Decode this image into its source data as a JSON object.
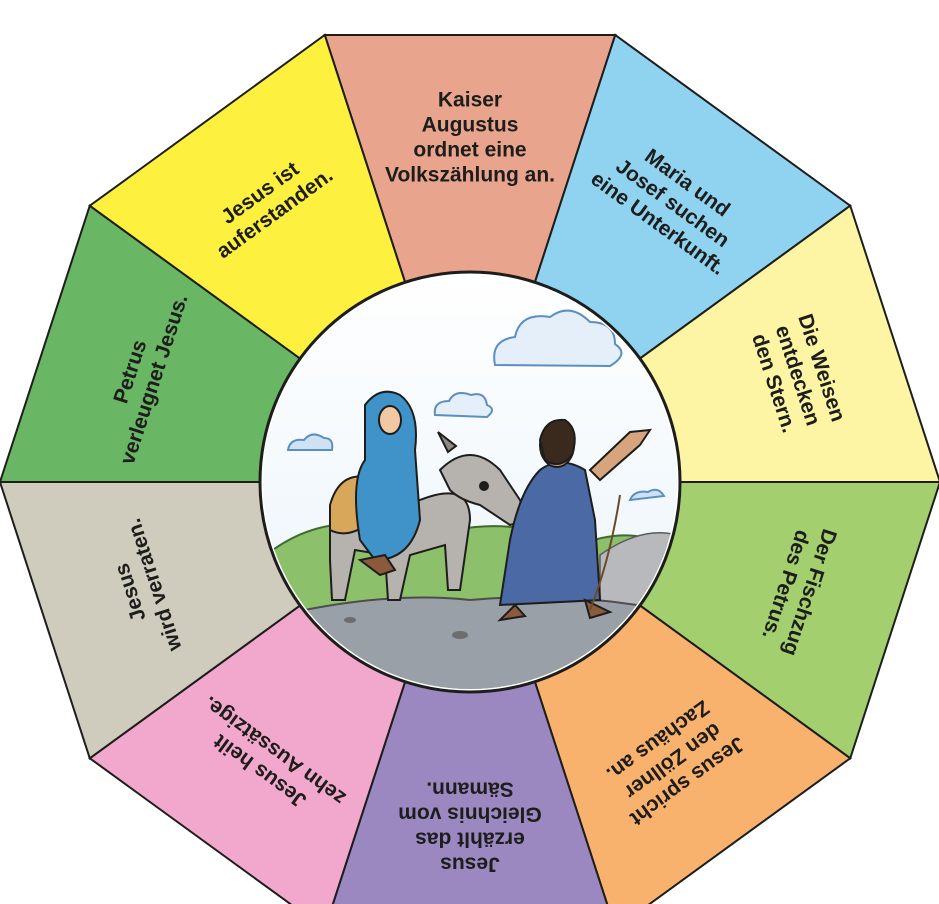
{
  "segments": [
    {
      "id": "kaiser",
      "color": "#e8a48c",
      "lines": [
        "Kaiser",
        "Augustus",
        "ordnet eine",
        "Volkszählung an."
      ]
    },
    {
      "id": "herberge",
      "color": "#8fd3f0",
      "lines": [
        "Maria und",
        "Josef suchen",
        "eine Unterkunft."
      ]
    },
    {
      "id": "weisen",
      "color": "#fdf5a3",
      "lines": [
        "Die Weisen",
        "entdecken",
        "den Stern."
      ]
    },
    {
      "id": "fischzug",
      "color": "#a3cf6e",
      "lines": [
        "Der Fischzug",
        "des Petrus."
      ]
    },
    {
      "id": "zachaeus",
      "color": "#f9b26e",
      "lines": [
        "Jesus spricht",
        "den Zöllner",
        "Zachäus an."
      ]
    },
    {
      "id": "saemann",
      "color": "#9c88c1",
      "lines": [
        "Jesus",
        "erzählt das",
        "Gleichnis vom",
        "Sämann."
      ]
    },
    {
      "id": "aussaetzige",
      "color": "#f2a7cd",
      "lines": [
        "Jesus heilt",
        "zehn Aussätzige."
      ]
    },
    {
      "id": "verraten",
      "color": "#cfcbbd",
      "lines": [
        "Jesus",
        "wird verraten."
      ]
    },
    {
      "id": "petrus",
      "color": "#69b665",
      "lines": [
        "Petrus",
        "verleugnet Jesus."
      ]
    },
    {
      "id": "auferstanden",
      "color": "#fdf03e",
      "lines": [
        "Jesus ist",
        "auferstanden."
      ]
    }
  ],
  "center_image": {
    "subject": "Maria auf dem Esel, Josef führt ihn"
  }
}
